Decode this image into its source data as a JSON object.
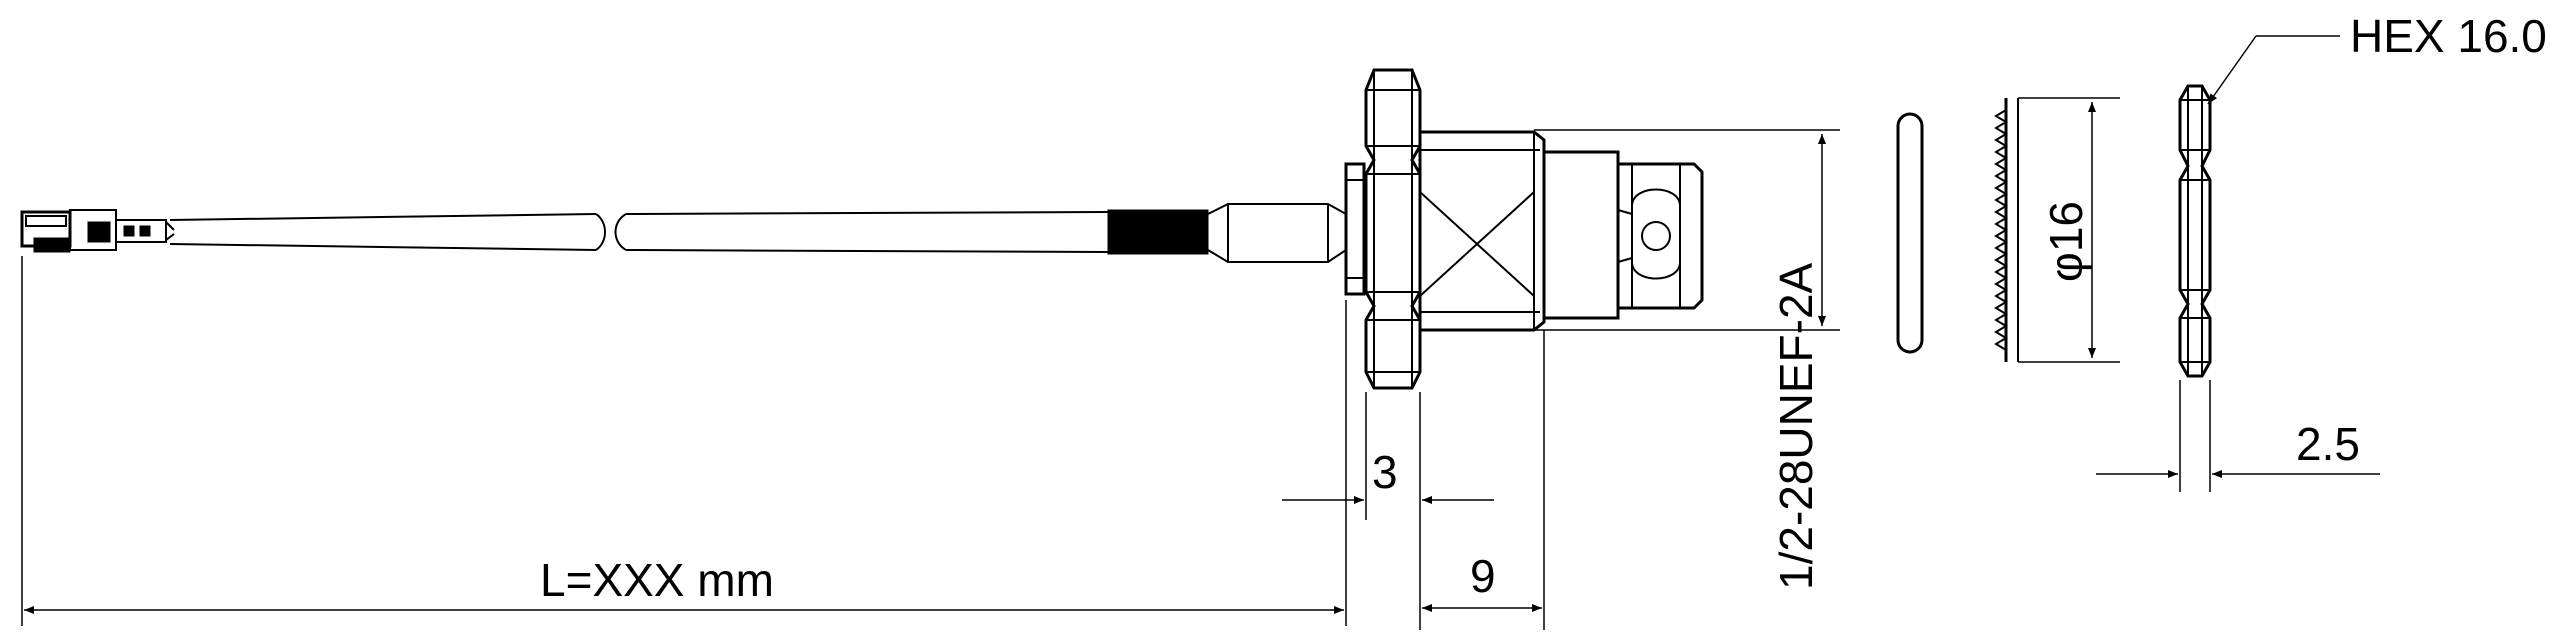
{
  "labels": {
    "hex": "HEX 16.0",
    "diameter": "φ16",
    "thread": "1/2-28UNEF-2A",
    "length": "L=XXX mm",
    "dim_flange": "3",
    "dim_body": "9",
    "dim_nut": "2.5"
  },
  "colors": {
    "line": "#000000",
    "background": "#ffffff"
  }
}
